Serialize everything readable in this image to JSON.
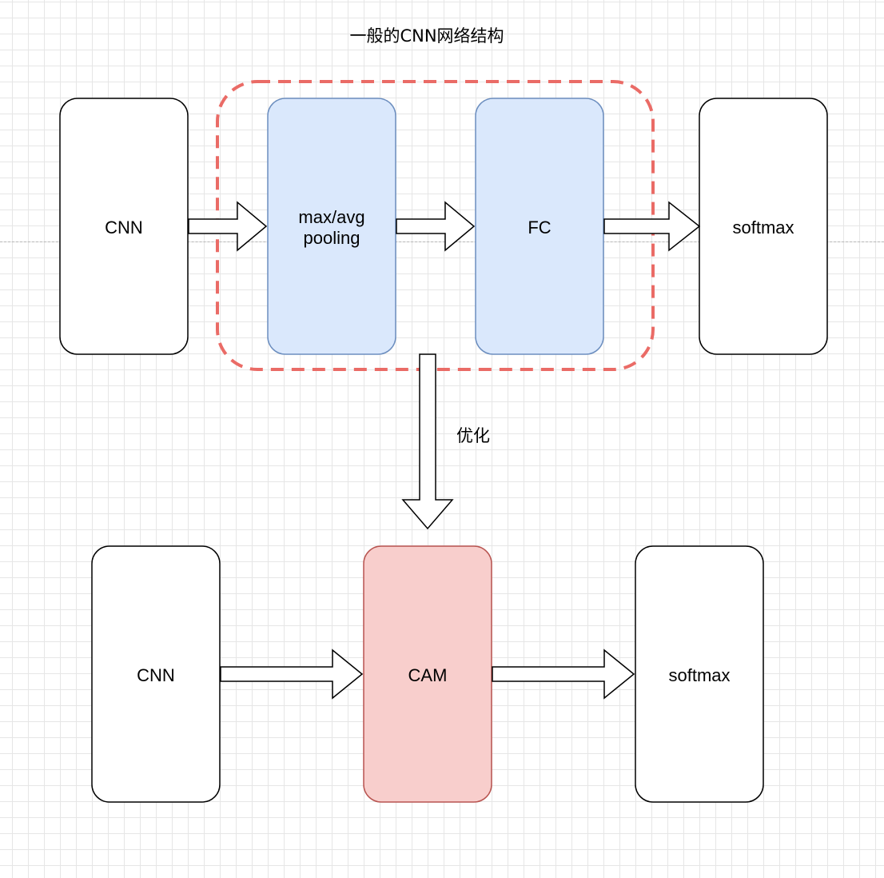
{
  "title": "一般的CNN网络结构",
  "top_row": {
    "cnn": "CNN",
    "pooling_line1": "max/avg",
    "pooling_line2": "pooling",
    "fc": "FC",
    "softmax": "softmax"
  },
  "optimize_label": "优化",
  "bottom_row": {
    "cnn": "CNN",
    "cam": "CAM",
    "softmax": "softmax"
  },
  "colors": {
    "plain_fill": "#ffffff",
    "plain_stroke": "#000000",
    "blue_fill": "#dae8fc",
    "blue_stroke": "#6c8ebf",
    "red_fill": "#f8cecc",
    "red_stroke": "#b85450",
    "dashed_group_stroke": "#ea6b66"
  },
  "icons": {
    "arrow": "block-arrow-right",
    "down_arrow": "block-arrow-down"
  }
}
